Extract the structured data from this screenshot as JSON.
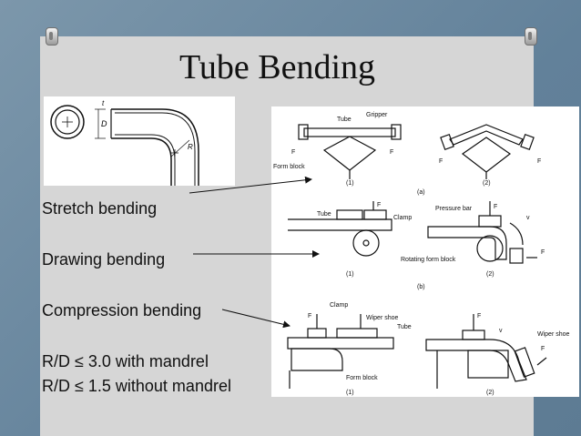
{
  "slide": {
    "title": "Tube Bending",
    "bullets": [
      "Stretch bending",
      "Drawing bending",
      "Compression bending",
      "R/D ≤ 3.0 with mandrel",
      "R/D ≤ 1.5 without mandrel"
    ]
  },
  "tube_figure": {
    "labels": {
      "t": "t",
      "d": "D",
      "r": "R"
    }
  },
  "bending_figure": {
    "row_a": {
      "tube": "Tube",
      "gripper": "Gripper",
      "form_block": "Form block",
      "f": "F",
      "n1": "(1)",
      "n2": "(2)",
      "tag": "(a)"
    },
    "row_b": {
      "tube": "Tube",
      "f": "F",
      "clamp": "Clamp",
      "pressure_bar": "Pressure bar",
      "v": "v",
      "rotating": "Rotating form block",
      "n1": "(1)",
      "n2": "(2)",
      "tag": "(b)"
    },
    "row_c": {
      "clamp": "Clamp",
      "wiper": "Wiper shoe",
      "tube": "Tube",
      "form_block": "Form block",
      "f": "F",
      "v": "v",
      "wiper2": "Wiper shoe",
      "n1": "(1)",
      "n2": "(2)"
    }
  },
  "colors": {
    "background": "#6f8ea3",
    "card": "#d6d6d6",
    "figure": "#ffffff",
    "ink": "#111111"
  }
}
